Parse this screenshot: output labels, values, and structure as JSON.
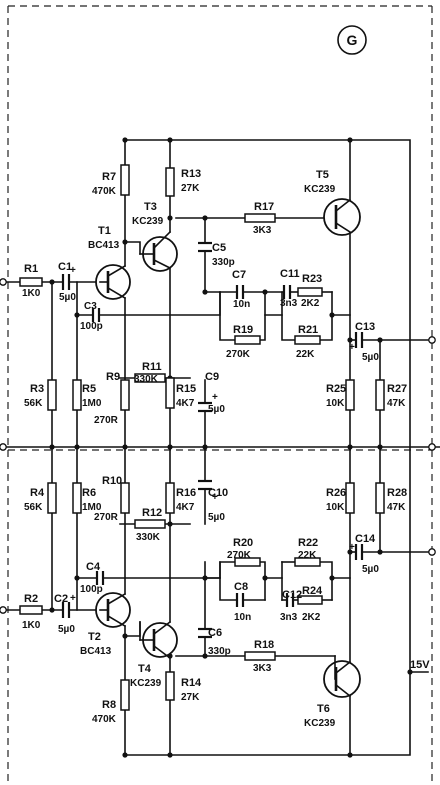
{
  "panel_letter": "G",
  "supply_label": "15V",
  "components": {
    "R1": {
      "ref": "R1",
      "value": "1K0"
    },
    "R2": {
      "ref": "R2",
      "value": "1K0"
    },
    "R3": {
      "ref": "R3",
      "value": "56K"
    },
    "R4": {
      "ref": "R4",
      "value": "56K"
    },
    "R5": {
      "ref": "R5",
      "value": "1M0"
    },
    "R6": {
      "ref": "R6",
      "value": "1M0"
    },
    "R7": {
      "ref": "R7",
      "value": "470K"
    },
    "R8": {
      "ref": "R8",
      "value": "470K"
    },
    "R9": {
      "ref": "R9",
      "value": "270R"
    },
    "R10": {
      "ref": "R10",
      "value": "270R"
    },
    "R11": {
      "ref": "R11",
      "value": "330K"
    },
    "R12": {
      "ref": "R12",
      "value": "330K"
    },
    "R13": {
      "ref": "R13",
      "value": "27K"
    },
    "R14": {
      "ref": "R14",
      "value": "27K"
    },
    "R15": {
      "ref": "R15",
      "value": "4K7"
    },
    "R16": {
      "ref": "R16",
      "value": "4K7"
    },
    "R17": {
      "ref": "R17",
      "value": "3K3"
    },
    "R18": {
      "ref": "R18",
      "value": "3K3"
    },
    "R19": {
      "ref": "R19",
      "value": "270K"
    },
    "R20": {
      "ref": "R20",
      "value": "270K"
    },
    "R21": {
      "ref": "R21",
      "value": "22K"
    },
    "R22": {
      "ref": "R22",
      "value": "22K"
    },
    "R23": {
      "ref": "R23",
      "value": "2K2"
    },
    "R24": {
      "ref": "R24",
      "value": "2K2"
    },
    "R25": {
      "ref": "R25",
      "value": "10K"
    },
    "R26": {
      "ref": "R26",
      "value": "10K"
    },
    "R27": {
      "ref": "R27",
      "value": "47K"
    },
    "R28": {
      "ref": "R28",
      "value": "47K"
    },
    "C1": {
      "ref": "C1",
      "value": "5µ0"
    },
    "C2": {
      "ref": "C2",
      "value": "5µ0"
    },
    "C3": {
      "ref": "C3",
      "value": "100p"
    },
    "C4": {
      "ref": "C4",
      "value": "100p"
    },
    "C5": {
      "ref": "C5",
      "value": "330p"
    },
    "C6": {
      "ref": "C6",
      "value": "330p"
    },
    "C7": {
      "ref": "C7",
      "value": "10n"
    },
    "C8": {
      "ref": "C8",
      "value": "10n"
    },
    "C9": {
      "ref": "C9",
      "value": "5µ0"
    },
    "C10": {
      "ref": "C10",
      "value": "5µ0"
    },
    "C11": {
      "ref": "C11",
      "value": "3n3"
    },
    "C12": {
      "ref": "C12",
      "value": "3n3"
    },
    "C13": {
      "ref": "C13",
      "value": "5µ0"
    },
    "C14": {
      "ref": "C14",
      "value": "5µ0"
    },
    "T1": {
      "ref": "T1",
      "value": "BC413"
    },
    "T2": {
      "ref": "T2",
      "value": "BC413"
    },
    "T3": {
      "ref": "T3",
      "value": "KC239"
    },
    "T4": {
      "ref": "T4",
      "value": "KC239"
    },
    "T5": {
      "ref": "T5",
      "value": "KC239"
    },
    "T6": {
      "ref": "T6",
      "value": "KC239"
    }
  }
}
